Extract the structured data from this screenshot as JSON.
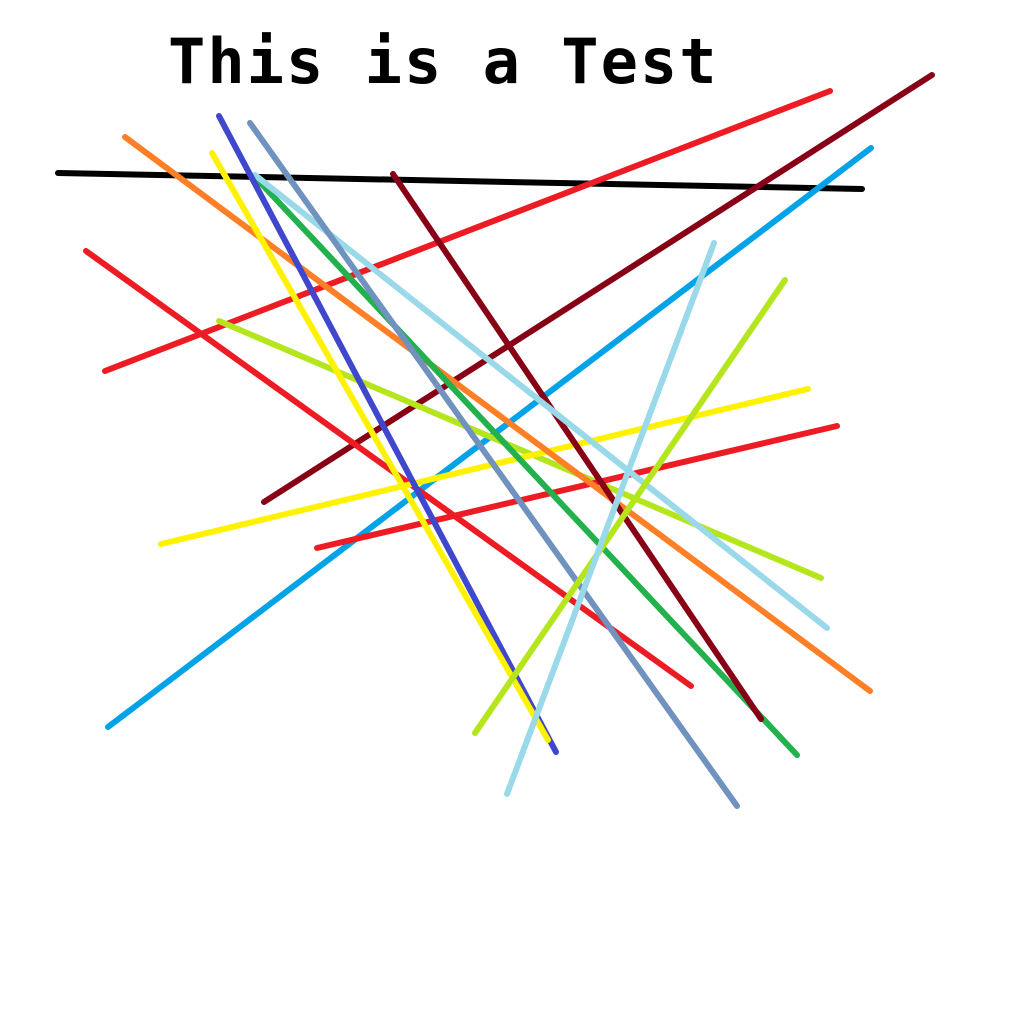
{
  "title": "This is a Test",
  "strokes": [
    {
      "name": "black-line",
      "color": "#000000"
    },
    {
      "name": "red-line-upper",
      "color": "#ed1c24"
    },
    {
      "name": "dark-red-line-long",
      "color": "#880015"
    },
    {
      "name": "sky-blue-line",
      "color": "#00a2e8"
    },
    {
      "name": "red-line-left",
      "color": "#ed1c24"
    },
    {
      "name": "lime-line",
      "color": "#b5e61d"
    },
    {
      "name": "yellow-line-horizontal",
      "color": "#fff200"
    },
    {
      "name": "red-line-lower",
      "color": "#ed1c24"
    },
    {
      "name": "orange-line",
      "color": "#ff7f27"
    },
    {
      "name": "green-line",
      "color": "#22b14c"
    },
    {
      "name": "dark-red-line-short",
      "color": "#880015"
    },
    {
      "name": "light-blue-line",
      "color": "#99d9ea"
    },
    {
      "name": "steel-blue-line",
      "color": "#7092be"
    },
    {
      "name": "indigo-line",
      "color": "#3f48cc"
    },
    {
      "name": "yellow-line-diagonal",
      "color": "#fff200"
    },
    {
      "name": "lime-line-rising",
      "color": "#b5e61d"
    },
    {
      "name": "light-blue-line-rising",
      "color": "#99d9ea"
    }
  ]
}
